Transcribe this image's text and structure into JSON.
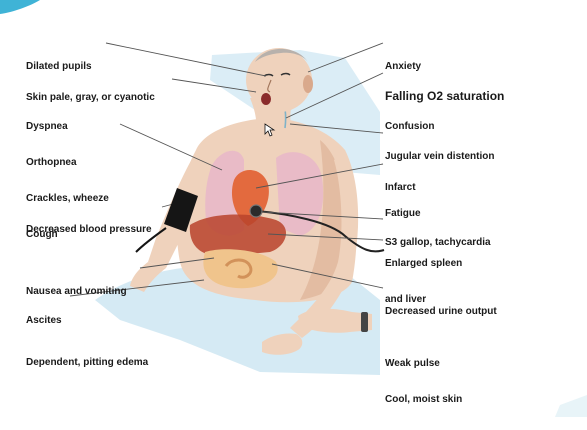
{
  "colors": {
    "background": "#ffffff",
    "panel": "#eef3f7",
    "sheet": "#d5eaf4",
    "skin": "#efd2bc",
    "skin_shadow": "#d9a98c",
    "lungs": "#e8b8c8",
    "heart": "#e36a3e",
    "liver": "#b8432c",
    "stomach": "#f0c48c",
    "cuff": "#151515",
    "leader_line": "#555555",
    "text": "#1a1a1a"
  },
  "labels_left": [
    {
      "id": "dilated-pupils",
      "lines": [
        "Dilated pupils"
      ]
    },
    {
      "id": "skin-pale",
      "lines": [
        "Skin pale, gray, or cyanotic"
      ]
    },
    {
      "id": "respiratory",
      "lines": [
        "Dyspnea",
        "Orthopnea",
        "Crackles, wheeze",
        "Cough"
      ]
    },
    {
      "id": "decreased-bp",
      "lines": [
        "Decreased blood pressure"
      ]
    },
    {
      "id": "nausea",
      "lines": [
        "Nausea and vomiting"
      ]
    },
    {
      "id": "ascites",
      "lines": [
        "Ascites"
      ]
    },
    {
      "id": "edema",
      "lines": [
        "Dependent, pitting edema"
      ]
    }
  ],
  "labels_right": [
    {
      "id": "anxiety",
      "lines": [
        "Anxiety"
      ]
    },
    {
      "id": "falling-o2",
      "lines": [
        "Falling O2 saturation"
      ]
    },
    {
      "id": "confusion",
      "lines": [
        "Confusion"
      ]
    },
    {
      "id": "jvd",
      "lines": [
        "Jugular vein distention"
      ]
    },
    {
      "id": "infarct",
      "lines": [
        "Infarct"
      ]
    },
    {
      "id": "fatigue",
      "lines": [
        "Fatigue"
      ]
    },
    {
      "id": "s3-gallop",
      "lines": [
        "S3 gallop, tachycardia"
      ]
    },
    {
      "id": "spleen-liver",
      "lines": [
        "Enlarged spleen",
        "and liver"
      ]
    },
    {
      "id": "urine",
      "lines": [
        "Decreased urine output"
      ]
    },
    {
      "id": "pulse-skin",
      "lines": [
        "Weak pulse",
        "Cool, moist skin"
      ]
    }
  ],
  "icons": {
    "patient": "patient-illustration",
    "cuff": "blood-pressure-cuff-icon",
    "stethoscope": "stethoscope-icon",
    "cursor": "mouse-cursor-icon"
  }
}
